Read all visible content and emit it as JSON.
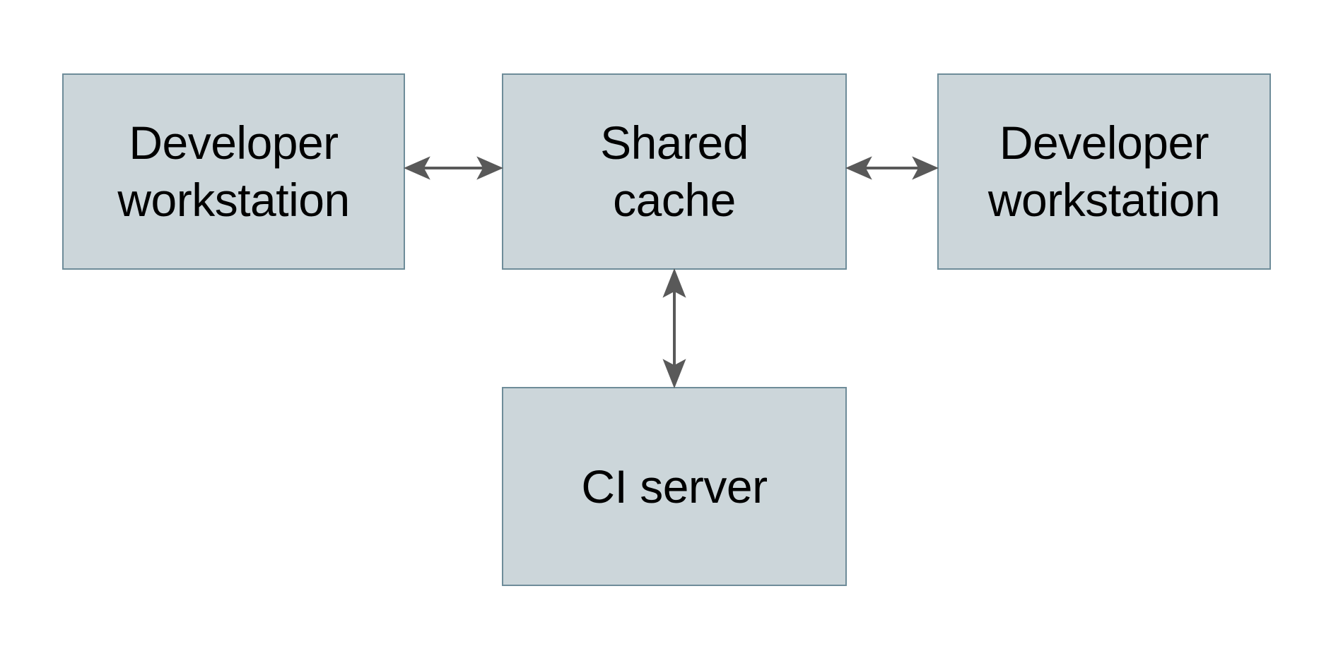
{
  "diagram": {
    "type": "block-diagram",
    "background_color": "#ffffff",
    "node_fill_color": "#ccd6da",
    "node_border_color": "#6e8c99",
    "edge_color": "#595959",
    "text_color": "#000000",
    "nodes": [
      {
        "id": "dev-left",
        "label": "Developer\nworkstation"
      },
      {
        "id": "shared",
        "label": "Shared\ncache"
      },
      {
        "id": "dev-right",
        "label": "Developer\nworkstation"
      },
      {
        "id": "ci",
        "label": "CI server"
      }
    ],
    "edges": [
      {
        "id": "left-shared",
        "from": "dev-left",
        "to": "shared",
        "direction": "bidirectional",
        "orientation": "horizontal"
      },
      {
        "id": "shared-right",
        "from": "shared",
        "to": "dev-right",
        "direction": "bidirectional",
        "orientation": "horizontal"
      },
      {
        "id": "shared-ci",
        "from": "shared",
        "to": "ci",
        "direction": "bidirectional",
        "orientation": "vertical"
      }
    ]
  }
}
